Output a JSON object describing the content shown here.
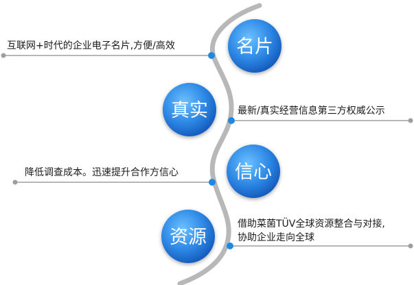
{
  "nodes": [
    {
      "title": "名片",
      "description": [
        "互联网+时代的企业电子名片,方便/高效"
      ],
      "side": "left"
    },
    {
      "title": "真实",
      "description": [
        "最新/真实经营信息第三方权威公示"
      ],
      "side": "right"
    },
    {
      "title": "信心",
      "description": [
        "降低调查成本。迅速提升合作方信心"
      ],
      "side": "left"
    },
    {
      "title": "资源",
      "description": [
        "借助菜菌TÜV全球资源整合与对接,",
        "协助企业走向全球"
      ],
      "side": "right"
    }
  ],
  "colors": {
    "circle_light": "#4aa3f0",
    "circle_dark": "#1565c8",
    "curve": "#b5b5b5",
    "dot": "#1e88e5",
    "connector": "#9e9e9e",
    "text": "#1a1a1a"
  }
}
